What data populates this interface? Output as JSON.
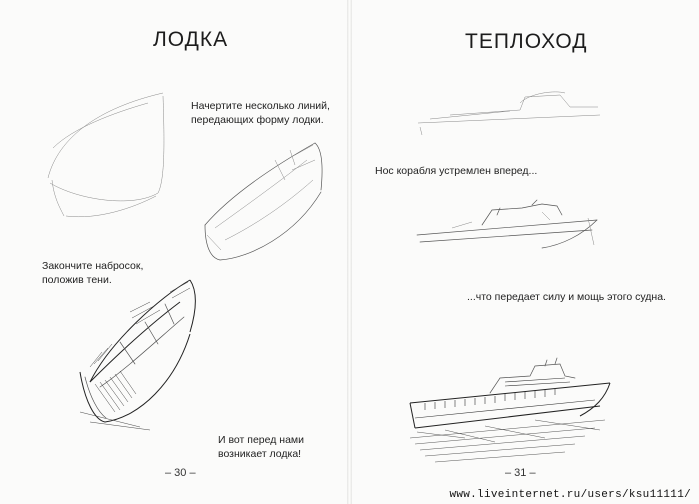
{
  "left_page": {
    "title": "ЛОДКА",
    "step1_text": "Начертите несколько линий,\nпередающих форму лодки.",
    "step2_text": "Закончите набросок,\nположив тени.",
    "final_text": "И вот перед нами\nвозникает лодка!",
    "page_number": "– 30 –"
  },
  "right_page": {
    "title": "ТЕПЛОХОД",
    "step1_text": "Нос корабля устремлен вперед...",
    "step2_text": "...что передает силу и мощь этого судна.",
    "page_number": "– 31 –"
  },
  "watermark": "www.liveinternet.ru/users/ksu11111/"
}
